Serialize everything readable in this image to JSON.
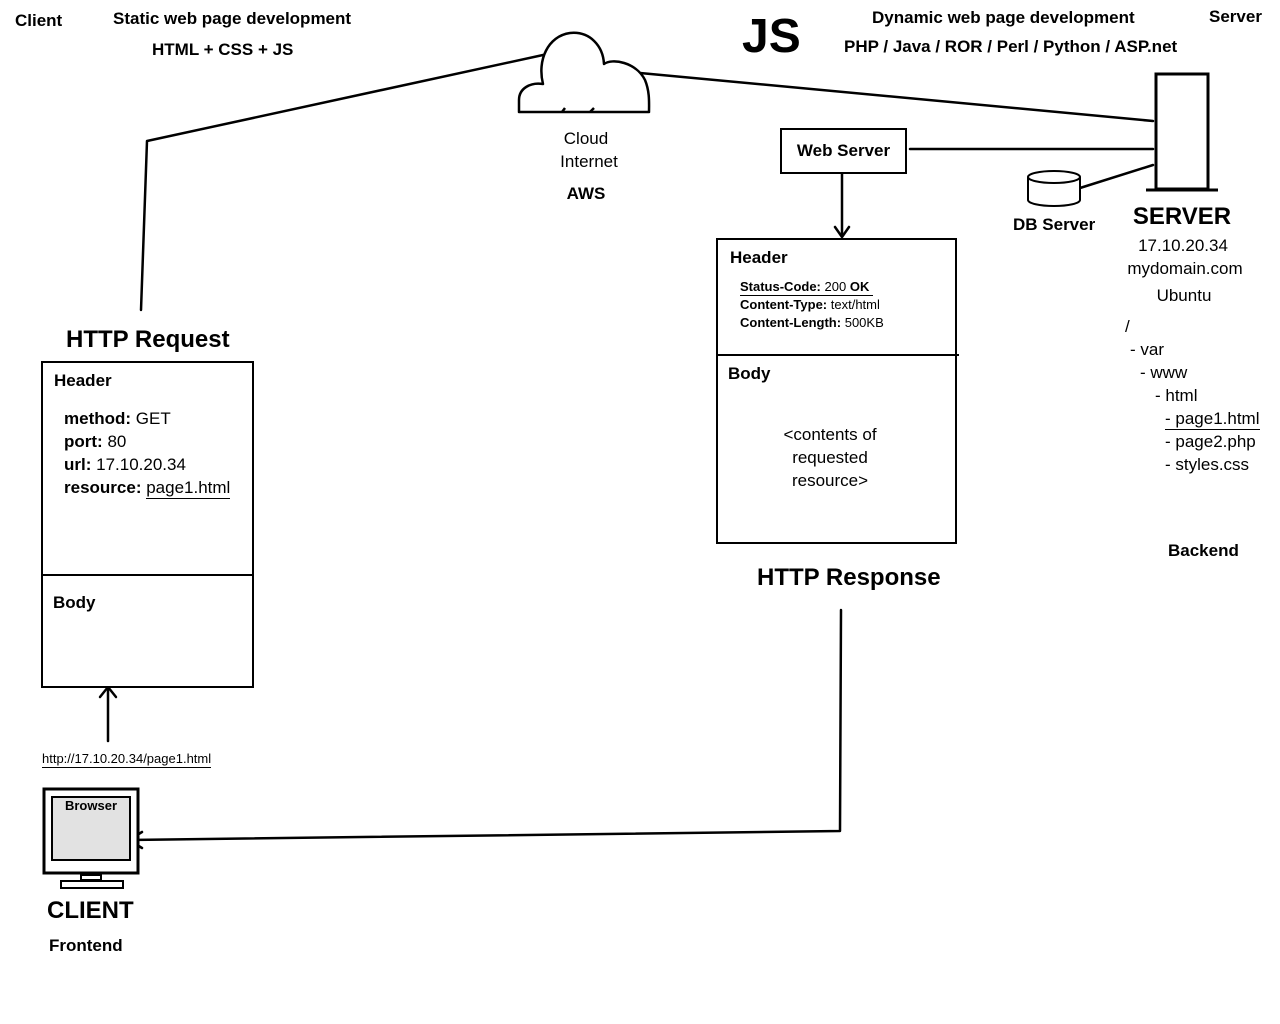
{
  "top": {
    "client": "Client",
    "static_title": "Static web page development",
    "static_stack": "HTML + CSS + JS",
    "js": "JS",
    "dynamic_title": "Dynamic web page development",
    "dynamic_stack": "PHP / Java / ROR / Perl / Python / ASP.net",
    "server": "Server"
  },
  "cloud": {
    "line1": "Cloud",
    "line2": "Internet",
    "provider": "AWS"
  },
  "web_server": "Web Server",
  "db_server": "DB Server",
  "server_block": {
    "title": "SERVER",
    "ip": "17.10.20.34",
    "domain": "mydomain.com",
    "os": "Ubuntu",
    "tree": [
      "/",
      "- var",
      "- www",
      "- html",
      "- page1.html",
      "- page2.php",
      "- styles.css"
    ],
    "backend": "Backend"
  },
  "request": {
    "title": "HTTP Request",
    "header_label": "Header",
    "fields": [
      {
        "key": "method:",
        "value": "GET"
      },
      {
        "key": "port:",
        "value": "80"
      },
      {
        "key": "url:",
        "value": "17.10.20.34"
      },
      {
        "key": "resource:",
        "value": "page1.html"
      }
    ],
    "body_label": "Body"
  },
  "response": {
    "title": "HTTP Response",
    "header_label": "Header",
    "fields": [
      {
        "key": "Status-Code:",
        "value": "200",
        "extra": "OK"
      },
      {
        "key": "Content-Type:",
        "value": "text/html"
      },
      {
        "key": "Content-Length:",
        "value": "500KB"
      }
    ],
    "body_label": "Body",
    "body_text": [
      "<contents of",
      "requested",
      "resource>"
    ]
  },
  "client_block": {
    "url": "http://17.10.20.34/page1.html",
    "browser": "Browser",
    "title": "CLIENT",
    "frontend": "Frontend"
  }
}
